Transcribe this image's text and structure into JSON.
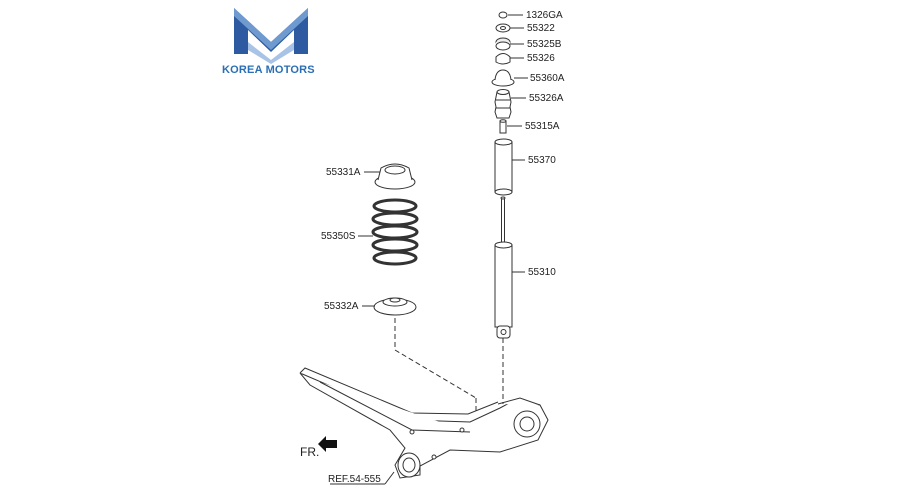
{
  "brand": {
    "name": "KOREA MOTORS"
  },
  "parts": [
    {
      "id": "1326GA"
    },
    {
      "id": "55322"
    },
    {
      "id": "55325B"
    },
    {
      "id": "55326"
    },
    {
      "id": "55360A"
    },
    {
      "id": "55326A"
    },
    {
      "id": "55315A"
    },
    {
      "id": "55370"
    },
    {
      "id": "55310"
    },
    {
      "id": "55331A"
    },
    {
      "id": "55350S"
    },
    {
      "id": "55332A"
    }
  ],
  "reference": "REF.54-555",
  "direction_label": "FR."
}
